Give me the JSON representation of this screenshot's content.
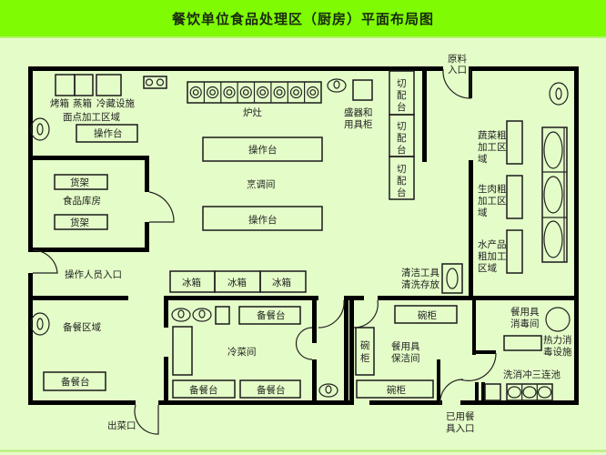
{
  "title": "餐饮单位食品处理区（厨房）平面布局图",
  "colors": {
    "header_bg": "#7ffb04",
    "page_bg": "#e4fdc8",
    "wall": "#000000"
  },
  "rooms": {
    "pastry": {
      "labels": [
        "烤箱",
        "蒸箱",
        "冷藏设施"
      ],
      "area": "面点加工区域",
      "bench": "操作台"
    },
    "storeroom": {
      "name": "食品库房",
      "shelf1": "货架",
      "shelf2": "货架"
    },
    "cooking": {
      "stove": "炉灶",
      "cabinet_l1": "盛器和",
      "cabinet_l2": "用具柜",
      "bench1": "操作台",
      "name": "烹调间",
      "bench2": "操作台",
      "cut_tables": [
        [
          "切",
          "配",
          "台"
        ],
        [
          "切",
          "配",
          "台"
        ],
        [
          "切",
          "配",
          "台"
        ]
      ],
      "fridges": [
        "冰箱",
        "冰箱",
        "冰箱"
      ],
      "cleaning_l1": "清洁工具",
      "cleaning_l2": "清洗存放"
    },
    "staff_entrance": "操作人员入口",
    "raw_entrance": [
      "原料",
      "入口"
    ],
    "rough": {
      "veg": [
        "蔬菜粗",
        "加工区",
        "域"
      ],
      "meat": [
        "生肉粗",
        "加工区",
        "域"
      ],
      "seafood": [
        "水产品",
        "粗加工",
        "区域"
      ]
    },
    "prep": {
      "name": "备餐区域",
      "bench": "备餐台"
    },
    "serving_exit": "出菜口",
    "cold": {
      "name": "冷菜间",
      "bench_top": "备餐台",
      "bench_bl": "备餐台",
      "bench_br": "备餐台"
    },
    "dish_clean": {
      "name_l1": "餐用具",
      "name_l2": "保洁间",
      "cab_top": "碗柜",
      "cab_side": [
        "碗",
        "柜"
      ],
      "cab_bottom": "碗柜"
    },
    "disinfect": {
      "name_l1": "餐用具",
      "name_l2": "消毒间",
      "heat_l1": "热力消",
      "heat_l2": "毒设施",
      "sink": "洗消冲三连池"
    },
    "used_dish_entrance": [
      "已用餐",
      "具入口"
    ]
  }
}
